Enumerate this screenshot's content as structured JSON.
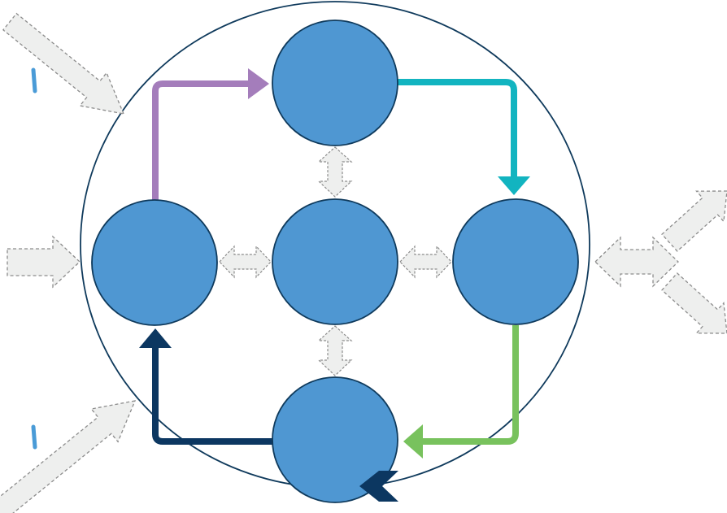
{
  "diagram": {
    "colors": {
      "node_fill": "#4f97d2",
      "node_stroke": "#0f3a5c",
      "outer_circle": "#0f3a5c",
      "gray_arrow_fill": "#eeefee",
      "gray_arrow_stroke": "#8c8c8c",
      "purple": "#a47dbb",
      "teal": "#12b4c0",
      "green": "#78c25d",
      "navy": "#0c3761",
      "marker_blue": "#4a9bd7"
    },
    "nodes": [
      {
        "id": "top",
        "label": ""
      },
      {
        "id": "left",
        "label": ""
      },
      {
        "id": "center",
        "label": ""
      },
      {
        "id": "right",
        "label": ""
      },
      {
        "id": "bottom",
        "label": ""
      }
    ],
    "flows": [
      {
        "from": "left",
        "to": "top",
        "color": "purple"
      },
      {
        "from": "top",
        "to": "right",
        "color": "teal"
      },
      {
        "from": "right",
        "to": "bottom",
        "color": "green"
      },
      {
        "from": "bottom",
        "to": "left",
        "color": "navy"
      }
    ],
    "inputs": [
      "top-left",
      "left",
      "bottom-left"
    ],
    "outputs": [
      "right-split"
    ]
  }
}
